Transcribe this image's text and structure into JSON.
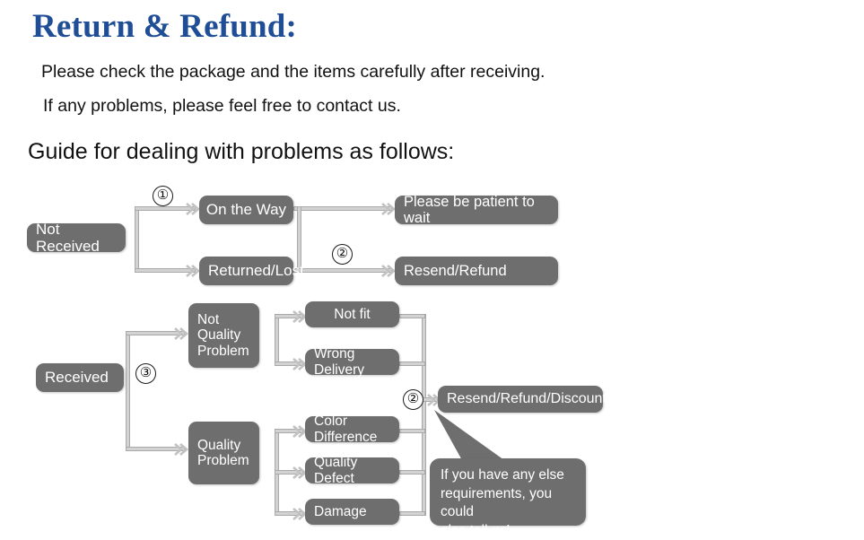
{
  "header": {
    "title": "Return & Refund:",
    "line1": "Please check the package and the items carefully after receiving.",
    "line2": "If any problems, please feel free to contact us.",
    "guide": "Guide for dealing with problems as follows:"
  },
  "colors": {
    "title": "#1F4E96",
    "node_fill": "#6e6e6e",
    "node_text": "#ffffff",
    "connector": "#d2d2d2",
    "page_background": "#ffffff"
  },
  "flowchart": {
    "type": "diagram",
    "nodes": [
      {
        "id": "not-received",
        "label": "Not Received",
        "align": "left"
      },
      {
        "id": "on-the-way",
        "label": "On the Way",
        "align": "center"
      },
      {
        "id": "returned-lost",
        "label": "Returned/Lost",
        "align": "left"
      },
      {
        "id": "please-be-patient",
        "label": "Please be patient to wait",
        "align": "left"
      },
      {
        "id": "resend-refund",
        "label": "Resend/Refund",
        "align": "left"
      },
      {
        "id": "received",
        "label": "Received",
        "align": "left"
      },
      {
        "id": "not-quality-problem",
        "label": "Not\nQuality\nProblem",
        "align": "left"
      },
      {
        "id": "quality-problem",
        "label": "Quality\nProblem",
        "align": "left"
      },
      {
        "id": "not-fit",
        "label": "Not fit",
        "align": "center"
      },
      {
        "id": "wrong-delivery",
        "label": "Wrong Delivery",
        "align": "left"
      },
      {
        "id": "color-difference",
        "label": "Color Difference",
        "align": "left"
      },
      {
        "id": "quality-defect",
        "label": "Quality Defect",
        "align": "left"
      },
      {
        "id": "damage",
        "label": "Damage",
        "align": "left"
      },
      {
        "id": "resend-refund-discount",
        "label": "Resend/Refund/Discount",
        "align": "left"
      }
    ],
    "markers": [
      {
        "id": "marker-1",
        "label": "①",
        "text": "1"
      },
      {
        "id": "marker-2-top",
        "label": "②",
        "text": "2"
      },
      {
        "id": "marker-3",
        "label": "③",
        "text": "3"
      },
      {
        "id": "marker-2-bottom",
        "label": "②",
        "text": "2"
      }
    ],
    "edges": [
      {
        "from": "not-received",
        "to": "on-the-way",
        "marker": "1"
      },
      {
        "from": "not-received",
        "to": "returned-lost",
        "marker": ""
      },
      {
        "from": "on-the-way",
        "to": "please-be-patient",
        "marker": ""
      },
      {
        "from": "returned-lost",
        "to": "resend-refund",
        "marker": "2"
      },
      {
        "from": "received",
        "to": "not-quality-problem",
        "marker": "3"
      },
      {
        "from": "received",
        "to": "quality-problem",
        "marker": "3"
      },
      {
        "from": "not-quality-problem",
        "to": "not-fit",
        "marker": ""
      },
      {
        "from": "not-quality-problem",
        "to": "wrong-delivery",
        "marker": ""
      },
      {
        "from": "quality-problem",
        "to": "color-difference",
        "marker": ""
      },
      {
        "from": "quality-problem",
        "to": "quality-defect",
        "marker": ""
      },
      {
        "from": "quality-problem",
        "to": "damage",
        "marker": ""
      },
      {
        "from": "not-fit",
        "to": "resend-refund-discount",
        "marker": "2"
      },
      {
        "from": "wrong-delivery",
        "to": "resend-refund-discount",
        "marker": "2"
      },
      {
        "from": "color-difference",
        "to": "resend-refund-discount",
        "marker": "2"
      },
      {
        "from": "quality-defect",
        "to": "resend-refund-discount",
        "marker": "2"
      },
      {
        "from": "damage",
        "to": "resend-refund-discount",
        "marker": "2"
      }
    ],
    "callout": {
      "id": "callout-bubble",
      "line1": "If you have any else",
      "line2": "requirements, you could",
      "line3": "also tell us!",
      "points_to": "resend-refund-discount"
    }
  }
}
